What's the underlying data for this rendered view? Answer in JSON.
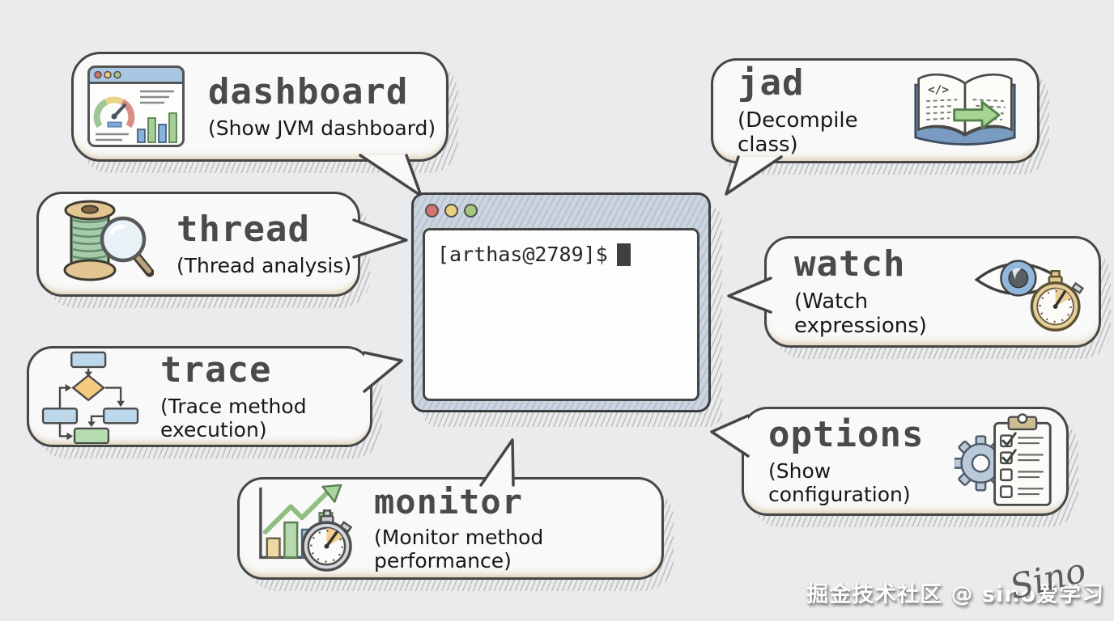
{
  "colors": {
    "background": "#e9ebed",
    "bubble_fill": "#f8f9f8",
    "ink": "#464646",
    "command_text": "#4a4a4a",
    "description_text": "#171717",
    "terminal_titlebar": "#ccd5df",
    "traffic_red": "#d4766f",
    "traffic_yellow": "#e7cf7b",
    "traffic_green": "#a3c87f"
  },
  "terminal": {
    "prompt": "[arthas@2789]$"
  },
  "bubbles": [
    {
      "command": "dashboard",
      "description": "(Show JVM dashboard)",
      "icon": "jvm-dashboard"
    },
    {
      "command": "thread",
      "description": "(Thread analysis)",
      "icon": "thread-spool-magnifier"
    },
    {
      "command": "trace",
      "description": "(Trace method execution)",
      "icon": "flowchart"
    },
    {
      "command": "monitor",
      "description": "(Monitor method performance)",
      "icon": "bar-chart-stopwatch"
    },
    {
      "command": "jad",
      "description": "(Decompile class)",
      "icon": "open-book-arrow"
    },
    {
      "command": "watch",
      "description": "(Watch expressions)",
      "icon": "eye-stopwatch"
    },
    {
      "command": "options",
      "description": "(Show configuration)",
      "icon": "gear-checklist"
    }
  ],
  "icons": {
    "code_glyph": "</>"
  },
  "watermark": {
    "text": "掘金技术社区 @ sino爱学习",
    "signature": "Sino"
  }
}
